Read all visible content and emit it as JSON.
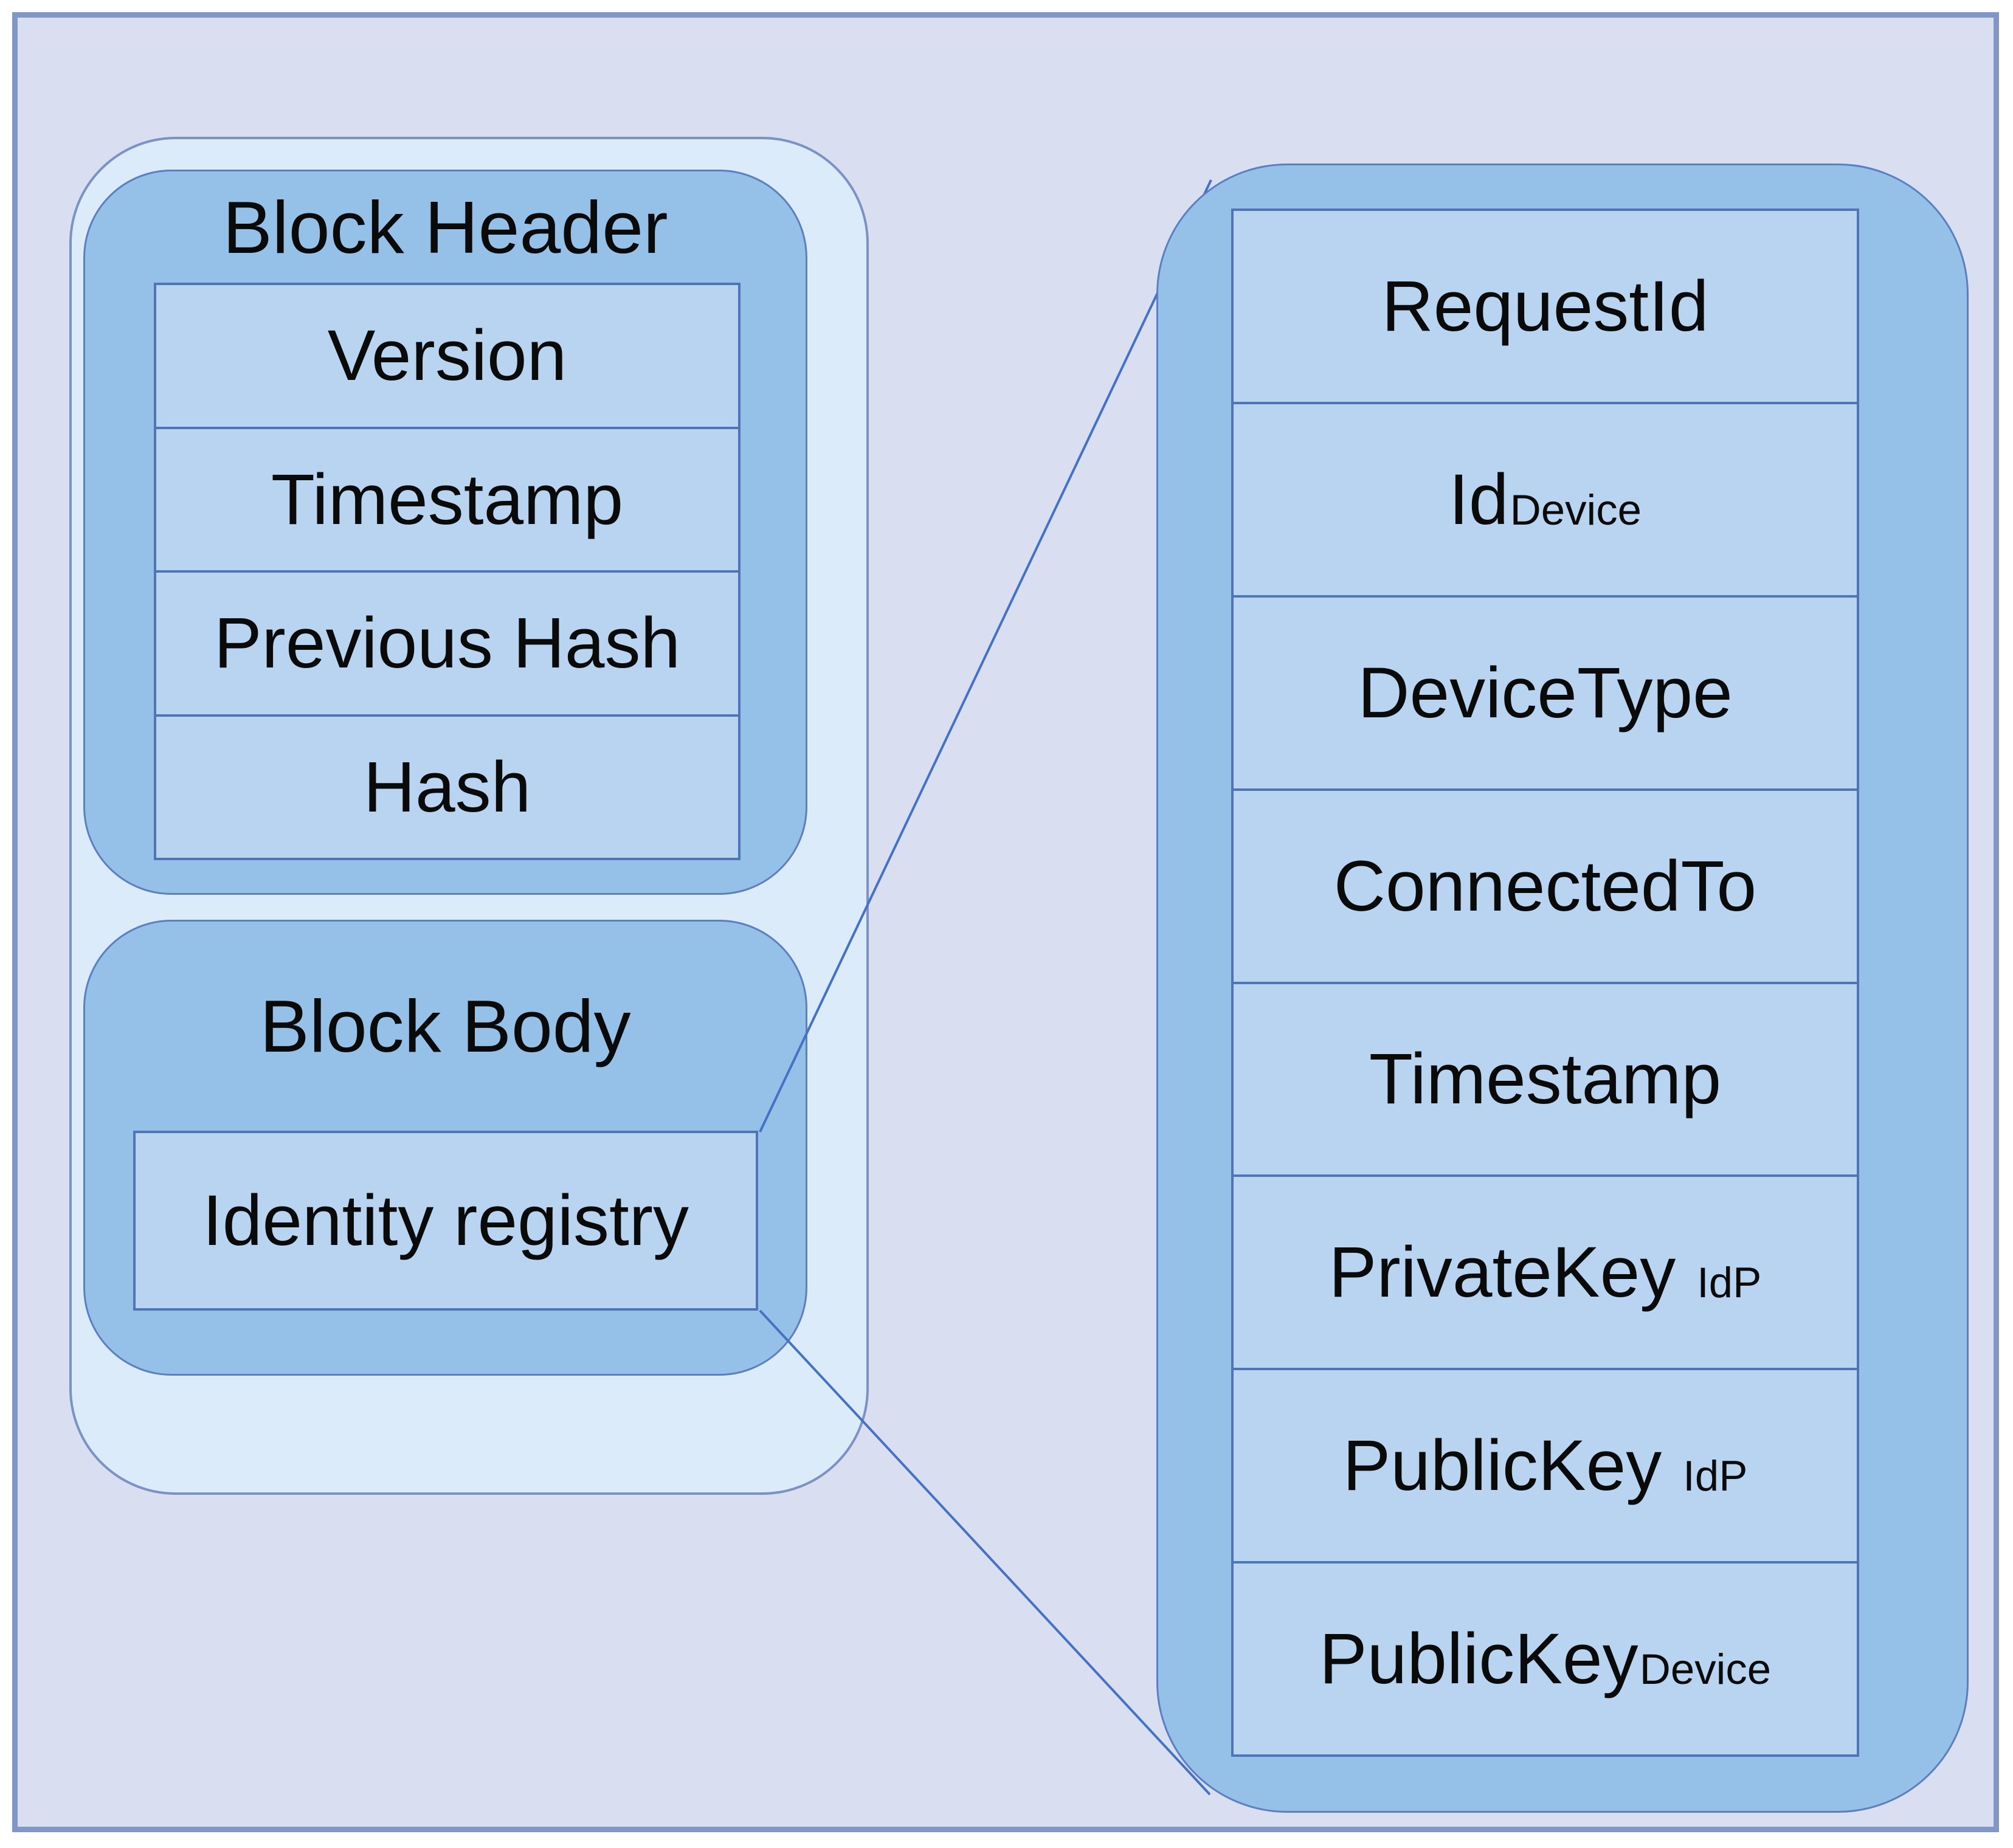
{
  "diagram": {
    "description": "Blockchain block structure with expanded identity registry detail"
  },
  "block_header": {
    "title": "Block Header",
    "fields": [
      {
        "text": "Version",
        "sub": ""
      },
      {
        "text": "Timestamp",
        "sub": ""
      },
      {
        "text": "Previous Hash",
        "sub": ""
      },
      {
        "text": "Hash",
        "sub": ""
      }
    ]
  },
  "block_body": {
    "title": "Block Body",
    "fields": [
      {
        "text": "Identity registry",
        "sub": ""
      }
    ]
  },
  "identity_registry_detail": {
    "fields": [
      {
        "text": "RequestId",
        "sub": ""
      },
      {
        "text": "Id",
        "sub": "Device"
      },
      {
        "text": "DeviceType",
        "sub": ""
      },
      {
        "text": "ConnectedTo",
        "sub": ""
      },
      {
        "text": "Timestamp",
        "sub": ""
      },
      {
        "text": "PrivateKey ",
        "sub": "IdP"
      },
      {
        "text": "PublicKey ",
        "sub": "IdP"
      },
      {
        "text": "PublicKey",
        "sub": "Device"
      }
    ]
  },
  "colors": {
    "canvas_bg": "#d9dff1",
    "frame_border": "#8198c7",
    "outer_container_fill": "#dcebfa",
    "outer_container_border": "#7b92c4",
    "panel_fill": "#95c1e9",
    "panel_border": "#5b7fc0",
    "cell_fill": "#b9d4f0",
    "cell_border": "#4f74b8",
    "connector": "#4472c4",
    "text": "#0a0a0a"
  }
}
